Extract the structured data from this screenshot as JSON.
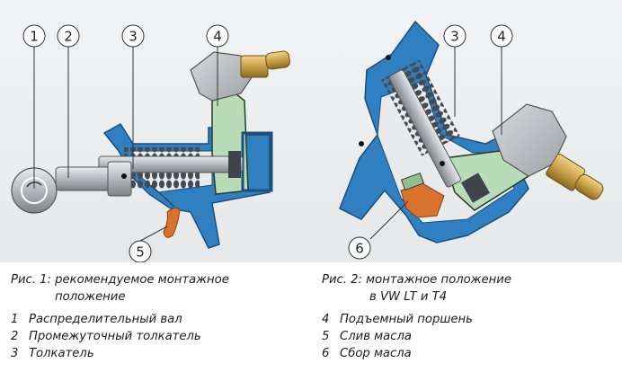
{
  "figure_left": {
    "callouts": [
      "1",
      "2",
      "3",
      "4",
      "5"
    ]
  },
  "figure_right": {
    "callouts": [
      "3",
      "4",
      "6"
    ]
  },
  "caption_left": {
    "title_line1": "Рис. 1: рекомендуемое монтажное",
    "title_line2": "положение"
  },
  "caption_right": {
    "title_line1": "Рис. 2: монтажное положение",
    "title_line2": "в VW LT и T4"
  },
  "legend_left": [
    {
      "num": "1",
      "text": "Распределительный вал"
    },
    {
      "num": "2",
      "text": "Промежуточный толкатель"
    },
    {
      "num": "3",
      "text": "Толкатель"
    }
  ],
  "legend_right": [
    {
      "num": "4",
      "text": "Подъемный поршень"
    },
    {
      "num": "5",
      "text": "Слив масла"
    },
    {
      "num": "6",
      "text": "Сбор масла"
    }
  ],
  "colors": {
    "housing_blue": "#2f7fc1",
    "piston_green": "#b9dcb8",
    "brass": "#c9a24a",
    "oil_orange": "#d9722e",
    "steel": "#b8bcc0",
    "spring": "#5a5f66"
  }
}
